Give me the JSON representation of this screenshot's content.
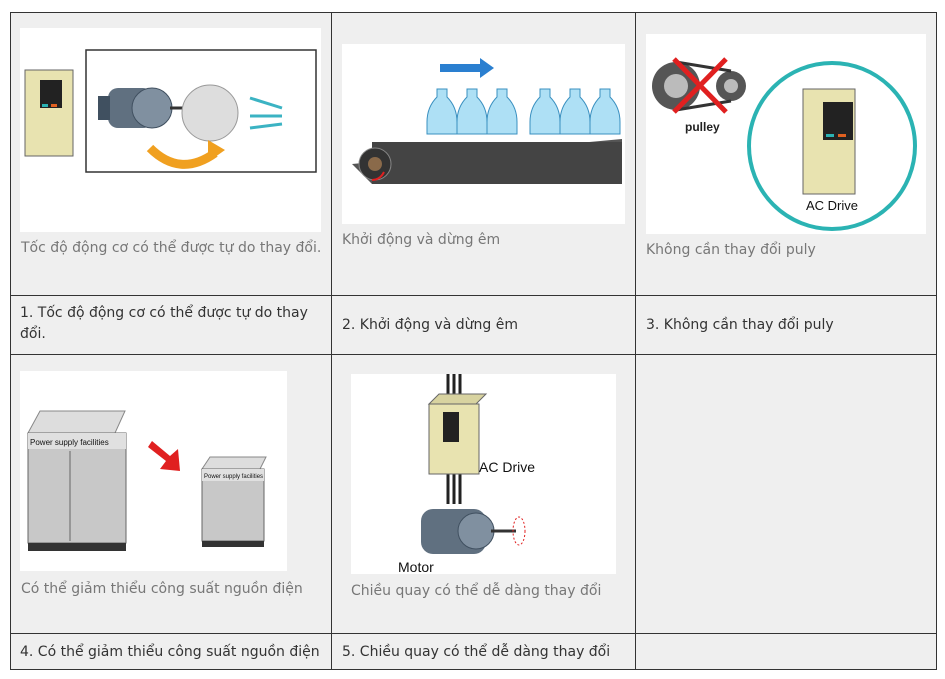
{
  "cells": [
    {
      "caption": "Tốc độ động cơ có thể được tự do thay đổi.",
      "label": "1. Tốc độ động cơ có thể được tự do thay đổi."
    },
    {
      "caption": "Khởi động và dừng êm",
      "label": "2. Khởi động và dừng êm"
    },
    {
      "caption": "Không cần thay đổi puly",
      "label": "3. Không cần thay đổi puly",
      "img_text": {
        "pulley": "pulley",
        "drive": "AC Drive"
      }
    },
    {
      "caption": "Có thể giảm thiểu công suất nguồn điện",
      "label": "4. Có thể giảm thiểu công suất nguồn điện",
      "img_text": {
        "facility": "Power supply facilities"
      }
    },
    {
      "caption": "Chiều quay có thể dễ dàng thay đổi",
      "label": "5. Chiều quay có thể dễ dàng thay đổi",
      "img_text": {
        "drive": "AC Drive",
        "motor": "Motor"
      }
    }
  ],
  "colors": {
    "cell_bg": "#efefef",
    "border": "#333333",
    "caption": "#777777",
    "drive_body": "#e8e3b0",
    "arrow_orange": "#f0a020",
    "teal_circle": "#2bb3b3",
    "red": "#e02020"
  }
}
